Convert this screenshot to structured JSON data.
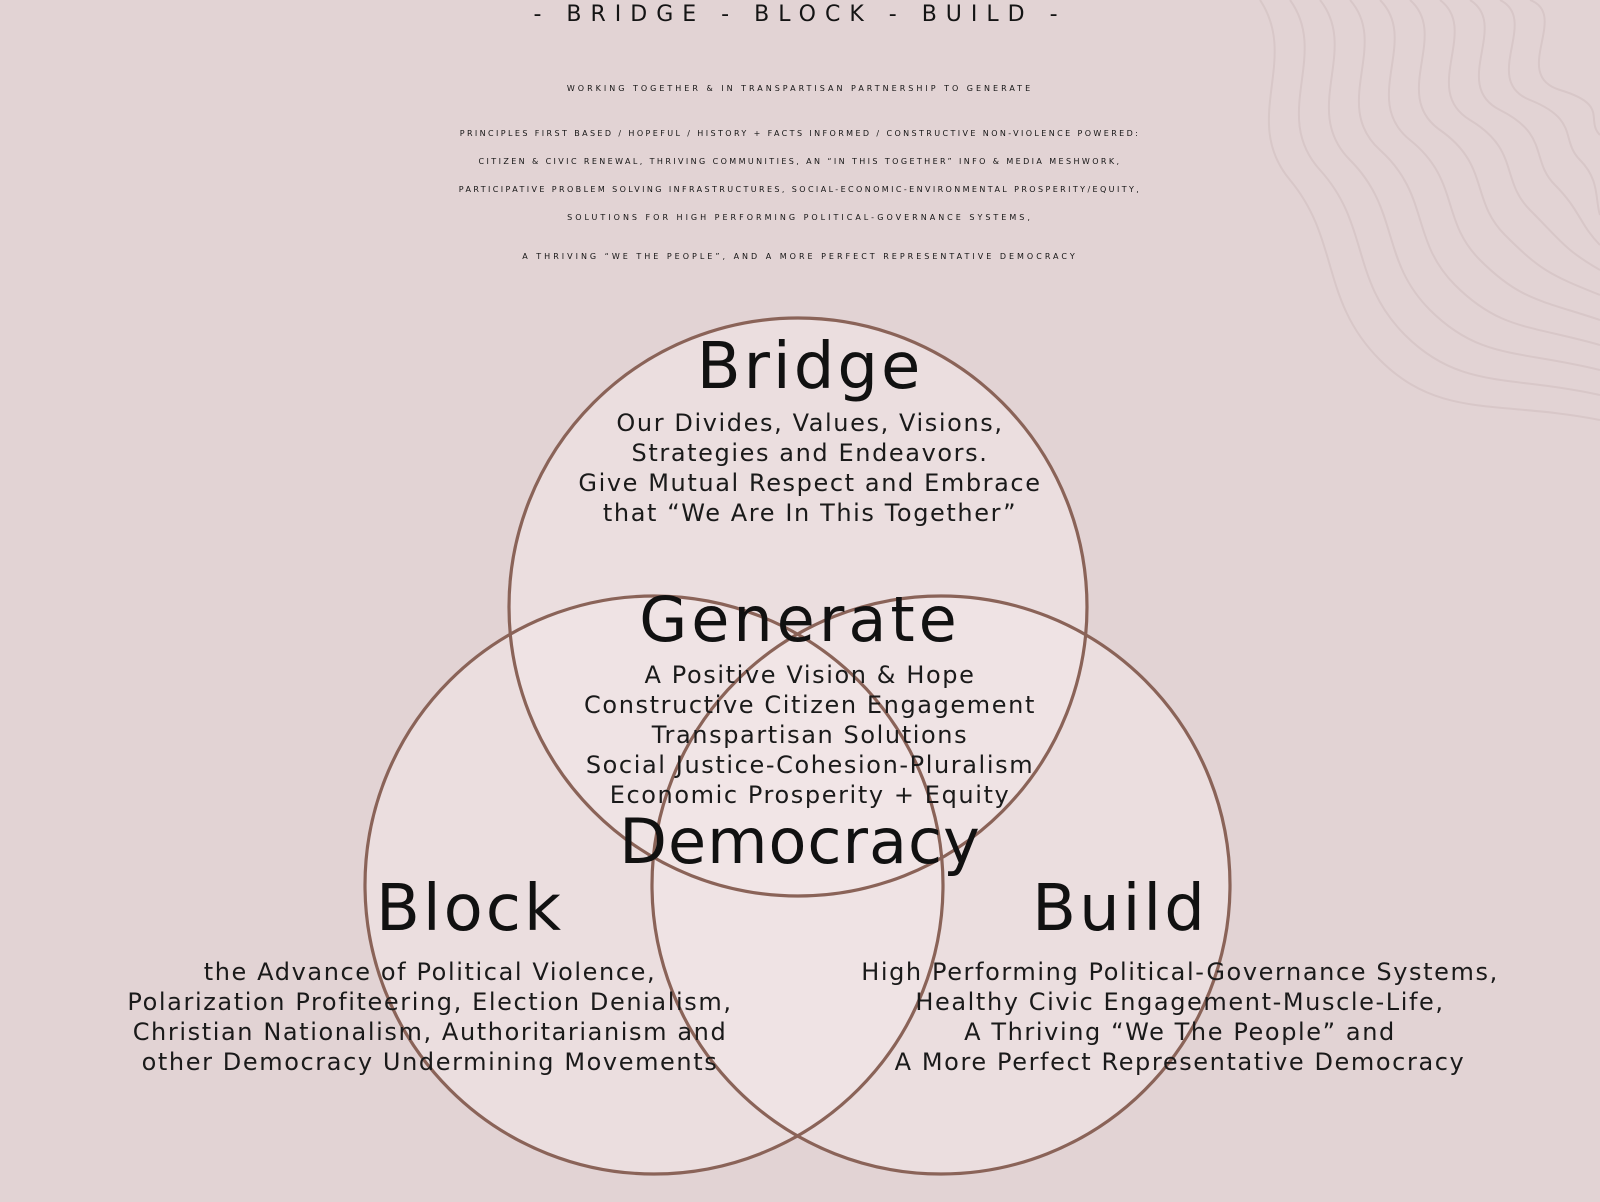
{
  "header": {
    "title": "- BRIDGE - BLOCK - BUILD -",
    "subtitle": "WORKING TOGETHER & IN TRANSPARTISAN PARTNERSHIP TO GENERATE",
    "principles_lines": [
      "PRINCIPLES FIRST BASED / HOPEFUL / HISTORY + FACTS INFORMED / CONSTRUCTIVE NON-VIOLENCE POWERED:",
      "CITIZEN & CIVIC RENEWAL, THRIVING COMMUNITIES, AN “IN THIS TOGETHER” INFO & MEDIA MESHWORK,",
      "PARTICIPATIVE PROBLEM SOLVING INFRASTRUCTURES, SOCIAL-ECONOMIC-ENVIRONMENTAL PROSPERITY/EQUITY,"
    ],
    "solutions_lines": [
      "SOLUTIONS FOR HIGH PERFORMING POLITICAL-GOVERNANCE SYSTEMS,",
      "A THRIVING “WE THE PEOPLE”, AND A MORE PERFECT REPRESENTATIVE DEMOCRACY"
    ]
  },
  "venn": {
    "circle_stroke_color": "#8a6358",
    "circle_fill_color": "#f2e8e8",
    "background_color": "#e2d3d4",
    "bridge": {
      "title": "Bridge",
      "text": "Our Divides, Values, Visions,\nStrategies and Endeavors.\nGive Mutual Respect and Embrace\nthat “We Are In This Together”"
    },
    "generate": {
      "title": "Generate",
      "text": "A Positive Vision & Hope\nConstructive Citizen Engagement\nTranspartisan Solutions\nSocial Justice-Cohesion-Pluralism\nEconomic Prosperity + Equity"
    },
    "democracy": {
      "title": "Democracy"
    },
    "block": {
      "title": "Block",
      "text": "the Advance of Political Violence,\nPolarization Profiteering, Election Denialism,\nChristian Nationalism, Authoritarianism and\nother Democracy Undermining Movements"
    },
    "build": {
      "title": "Build",
      "text": "High Performing Political-Governance Systems,\nHealthy Civic Engagement-Muscle-Life,\nA Thriving “We The People” and\nA More Perfect Representative Democracy"
    }
  }
}
